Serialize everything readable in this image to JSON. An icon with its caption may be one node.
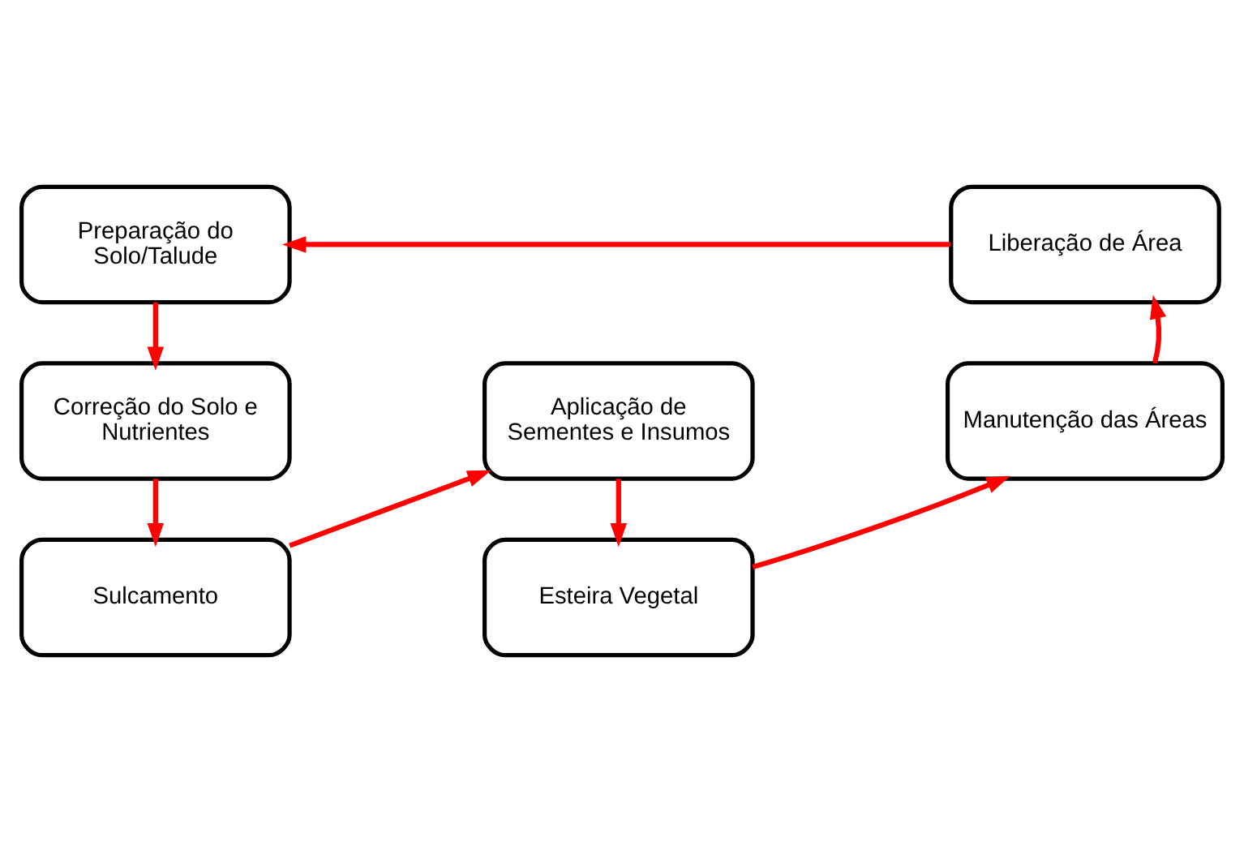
{
  "diagram": {
    "nodes": [
      {
        "text": [
          "Preparação do Solo/Talude"
        ]
      },
      {
        "text": [
          "Correção do Solo e Nutrientes"
        ]
      },
      {
        "text": [
          "Sulcamento"
        ]
      },
      {
        "text": [
          "Aplicação de Sementes e Insumos"
        ]
      },
      {
        "text": [
          "Esteira Vegetal"
        ]
      },
      {
        "text": [
          "Manutenção das Áreas"
        ]
      },
      {
        "text": [
          "Liberação de Área"
        ]
      }
    ],
    "edges": [
      {
        "from": 6,
        "to": 0,
        "arrow": "to"
      },
      {
        "from": 0,
        "to": 1,
        "arrow": "to"
      },
      {
        "from": 1,
        "to": 2,
        "arrow": "to"
      },
      {
        "from": 2,
        "to": 3,
        "arrow": "to"
      },
      {
        "from": 3,
        "to": 4,
        "arrow": "to"
      },
      {
        "from": 4,
        "to": 5,
        "arrow": "to"
      },
      {
        "from": 5,
        "to": 6,
        "arrow": "to"
      }
    ]
  }
}
